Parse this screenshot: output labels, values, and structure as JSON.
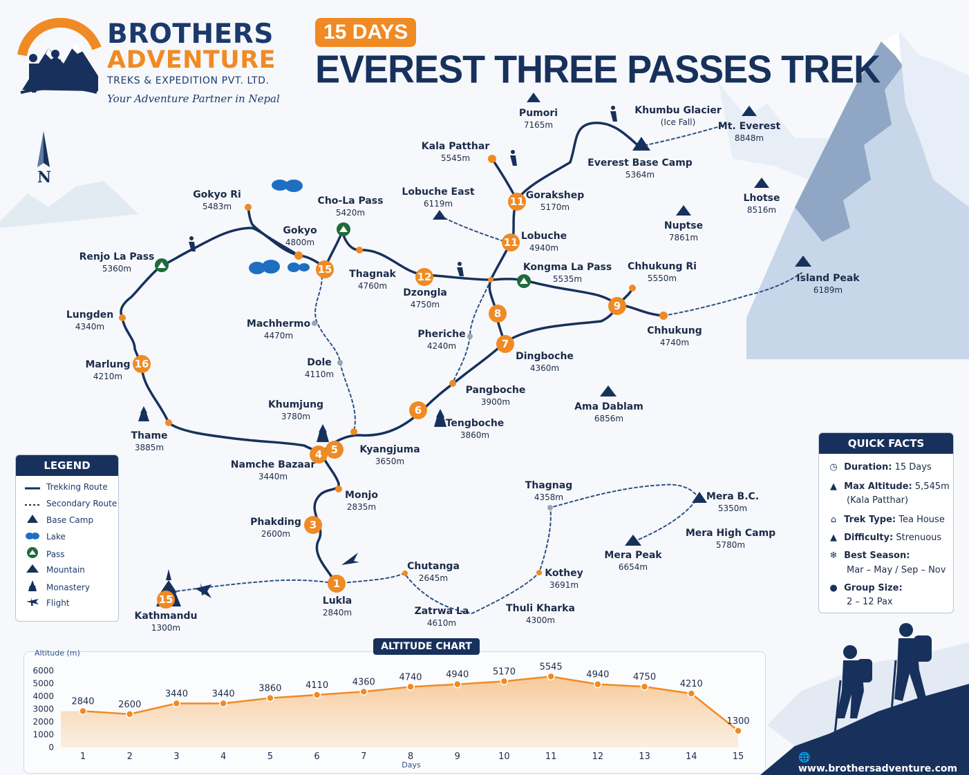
{
  "brand": {
    "line1": "BROTHERS",
    "line2": "ADVENTURE",
    "line3": "TREKS & EXPEDITION PVT. LTD.",
    "tagline": "Your Adventure Partner in Nepal"
  },
  "header": {
    "days_badge": "15 DAYS",
    "title": "EVEREST THREE PASSES TREK"
  },
  "compass": {
    "letter": "N"
  },
  "colors": {
    "navy": "#17315c",
    "orange": "#f08a24",
    "lake": "#1e6fc2",
    "pass": "#1f6b3a"
  },
  "places": [
    {
      "id": "pumori",
      "name": "Pumori",
      "alt": "7165m"
    },
    {
      "id": "khumbu-glacier",
      "name": "Khumbu Glacier",
      "alt": "(Ice Fall)"
    },
    {
      "id": "mt-everest",
      "name": "Mt. Everest",
      "alt": "8848m"
    },
    {
      "id": "kala-patthar",
      "name": "Kala Patthar",
      "alt": "5545m"
    },
    {
      "id": "everest-base-camp",
      "name": "Everest Base Camp",
      "alt": "5364m"
    },
    {
      "id": "gorakshep",
      "name": "Gorakshep",
      "alt": "5170m"
    },
    {
      "id": "lobuche-east",
      "name": "Lobuche East",
      "alt": "6119m"
    },
    {
      "id": "lhotse",
      "name": "Lhotse",
      "alt": "8516m"
    },
    {
      "id": "gokyo-ri",
      "name": "Gokyo Ri",
      "alt": "5483m"
    },
    {
      "id": "cho-la-pass",
      "name": "Cho-La Pass",
      "alt": "5420m"
    },
    {
      "id": "gokyo",
      "name": "Gokyo",
      "alt": "4800m"
    },
    {
      "id": "lobuche",
      "name": "Lobuche",
      "alt": "4940m"
    },
    {
      "id": "nuptse",
      "name": "Nuptse",
      "alt": "7861m"
    },
    {
      "id": "renjo-la-pass",
      "name": "Renjo La Pass",
      "alt": "5360m"
    },
    {
      "id": "thagnak",
      "name": "Thagnak",
      "alt": "4760m"
    },
    {
      "id": "kongma-la-pass",
      "name": "Kongma La Pass",
      "alt": "5535m"
    },
    {
      "id": "chhukung-ri",
      "name": "Chhukung Ri",
      "alt": "5550m"
    },
    {
      "id": "island-peak",
      "name": "Island Peak",
      "alt": "6189m"
    },
    {
      "id": "dzongla",
      "name": "Dzongla",
      "alt": "4750m"
    },
    {
      "id": "lungden",
      "name": "Lungden",
      "alt": "4340m"
    },
    {
      "id": "machhermo",
      "name": "Machhermo",
      "alt": "4470m"
    },
    {
      "id": "pheriche",
      "name": "Pheriche",
      "alt": "4240m"
    },
    {
      "id": "chhukung",
      "name": "Chhukung",
      "alt": "4740m"
    },
    {
      "id": "dingboche",
      "name": "Dingboche",
      "alt": "4360m"
    },
    {
      "id": "marlung",
      "name": "Marlung",
      "alt": "4210m"
    },
    {
      "id": "dole",
      "name": "Dole",
      "alt": "4110m"
    },
    {
      "id": "pangboche",
      "name": "Pangboche",
      "alt": "3900m"
    },
    {
      "id": "khumjung",
      "name": "Khumjung",
      "alt": "3780m"
    },
    {
      "id": "ama-dablam",
      "name": "Ama Dablam",
      "alt": "6856m"
    },
    {
      "id": "tengboche",
      "name": "Tengboche",
      "alt": "3860m"
    },
    {
      "id": "thame",
      "name": "Thame",
      "alt": "3885m"
    },
    {
      "id": "kyangjuma",
      "name": "Kyangjuma",
      "alt": "3650m"
    },
    {
      "id": "namche-bazaar",
      "name": "Namche Bazaar",
      "alt": "3440m"
    },
    {
      "id": "thagnag",
      "name": "Thagnag",
      "alt": "4358m"
    },
    {
      "id": "mera-bc",
      "name": "Mera B.C.",
      "alt": "5350m"
    },
    {
      "id": "monjo",
      "name": "Monjo",
      "alt": "2835m"
    },
    {
      "id": "phakding",
      "name": "Phakding",
      "alt": "2600m"
    },
    {
      "id": "mera-high-camp",
      "name": "Mera High Camp",
      "alt": "5780m"
    },
    {
      "id": "mera-peak",
      "name": "Mera Peak",
      "alt": "6654m"
    },
    {
      "id": "chutanga",
      "name": "Chutanga",
      "alt": "2645m"
    },
    {
      "id": "kothey",
      "name": "Kothey",
      "alt": "3691m"
    },
    {
      "id": "lukla",
      "name": "Lukla",
      "alt": "2840m"
    },
    {
      "id": "zatrwa-la",
      "name": "Zatrwa La",
      "alt": "4610m"
    },
    {
      "id": "thuli-kharka",
      "name": "Thuli Kharka",
      "alt": "4300m"
    },
    {
      "id": "kathmandu",
      "name": "Kathmandu",
      "alt": "1300m"
    }
  ],
  "day_markers": [
    "1",
    "3",
    "4",
    "5",
    "6",
    "7",
    "8",
    "9",
    "11",
    "11",
    "12",
    "15",
    "15",
    "16"
  ],
  "legend": {
    "title": "LEGEND",
    "items": [
      {
        "label": "Trekking Route",
        "icon": "solid-line-icon"
      },
      {
        "label": "Secondary Route",
        "icon": "dashed-line-icon"
      },
      {
        "label": "Base Camp",
        "icon": "tent-icon"
      },
      {
        "label": "Lake",
        "icon": "lake-icon"
      },
      {
        "label": "Pass",
        "icon": "pass-icon"
      },
      {
        "label": "Mountain",
        "icon": "mountain-icon"
      },
      {
        "label": "Monastery",
        "icon": "monastery-icon"
      },
      {
        "label": "Flight",
        "icon": "plane-icon"
      }
    ]
  },
  "quick_facts": {
    "title": "QUICK FACTS",
    "rows": [
      {
        "label": "Duration:",
        "value": "15 Days",
        "icon": "clock-icon"
      },
      {
        "label": "Max Altitude:",
        "value": "5,545m",
        "icon": "altitude-icon"
      },
      {
        "label": "",
        "value": "(Kala Patthar)",
        "icon": ""
      },
      {
        "label": "Trek Type:",
        "value": "Tea House",
        "icon": "house-icon"
      },
      {
        "label": "Difficulty:",
        "value": "Strenuous",
        "icon": "difficulty-icon"
      },
      {
        "label": "Best Season:",
        "value": "",
        "icon": "season-icon"
      },
      {
        "label": "",
        "value": "Mar – May / Sep – Nov",
        "icon": ""
      },
      {
        "label": "Group Size:",
        "value": "",
        "icon": "group-icon"
      },
      {
        "label": "",
        "value": "2 – 12 Pax",
        "icon": ""
      }
    ]
  },
  "website": "www.brothersadventure.com",
  "chart_data": {
    "type": "area",
    "title": "ALTITUDE CHART",
    "ylabel": "Altitude (m)",
    "xlabel": "Days",
    "x": [
      1,
      2,
      3,
      4,
      5,
      6,
      7,
      8,
      9,
      10,
      11,
      12,
      13,
      14,
      15
    ],
    "values": [
      2840,
      2600,
      3440,
      3440,
      3860,
      4110,
      4360,
      4740,
      4940,
      5170,
      5545,
      4940,
      4750,
      4210,
      1300
    ],
    "yticks": [
      0,
      1000,
      2000,
      3000,
      4000,
      5000,
      6000
    ],
    "ylim": [
      0,
      6000
    ],
    "grid": false,
    "color": "#f08a24"
  }
}
